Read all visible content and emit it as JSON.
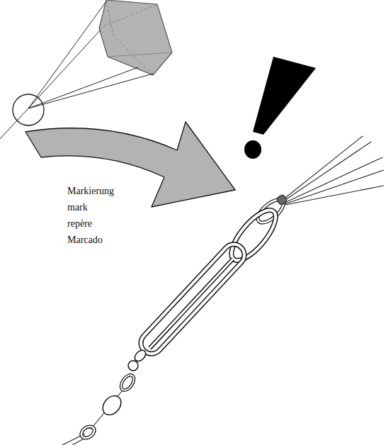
{
  "diagram": {
    "labels": [
      "Markierung",
      "mark",
      "repère",
      "Marcado"
    ]
  }
}
